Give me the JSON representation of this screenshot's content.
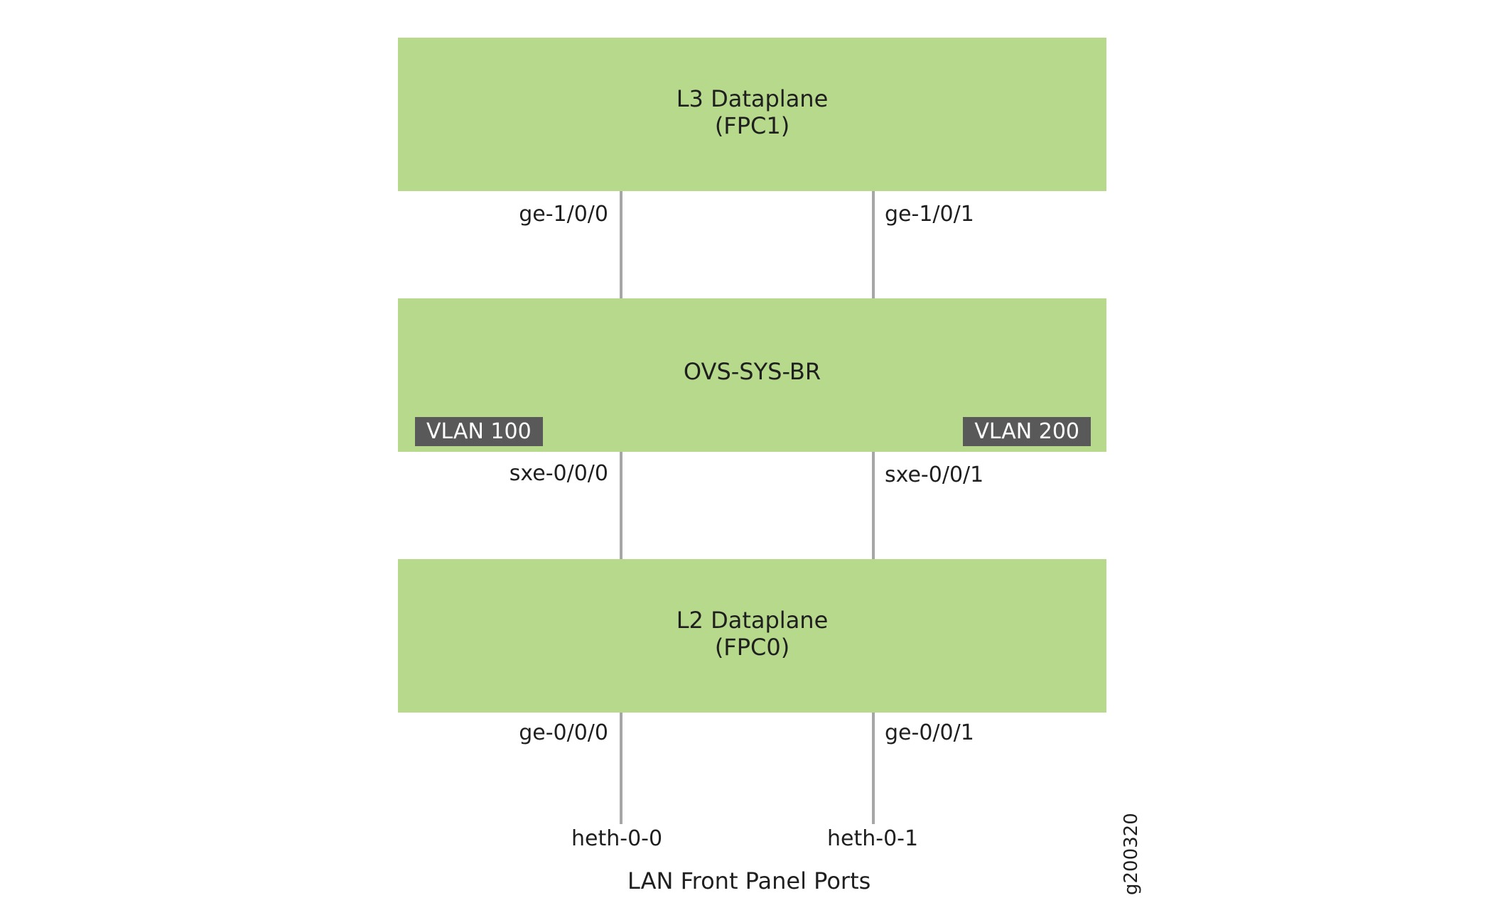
{
  "blocks": {
    "l3": {
      "title": "L3 Dataplane\n(FPC1)"
    },
    "ovs": {
      "title": "OVS-SYS-BR",
      "vlan_left": "VLAN 100",
      "vlan_right": "VLAN 200"
    },
    "l2": {
      "title": "L2 Dataplane\n(FPC0)"
    }
  },
  "ports": {
    "l3_left": "ge-1/0/0",
    "l3_right": "ge-1/0/1",
    "ovs_left": "sxe-0/0/0",
    "ovs_right": "sxe-0/0/1",
    "l2_left": "ge-0/0/0",
    "l2_right": "ge-0/0/1",
    "heth_left": "heth-0-0",
    "heth_right": "heth-0-1"
  },
  "caption": "LAN Front Panel Ports",
  "figure_id": "g200320",
  "colors": {
    "block_fill": "#b6d98c",
    "vlan_tag_fill": "#595959",
    "link_line": "#a6a6a6"
  }
}
